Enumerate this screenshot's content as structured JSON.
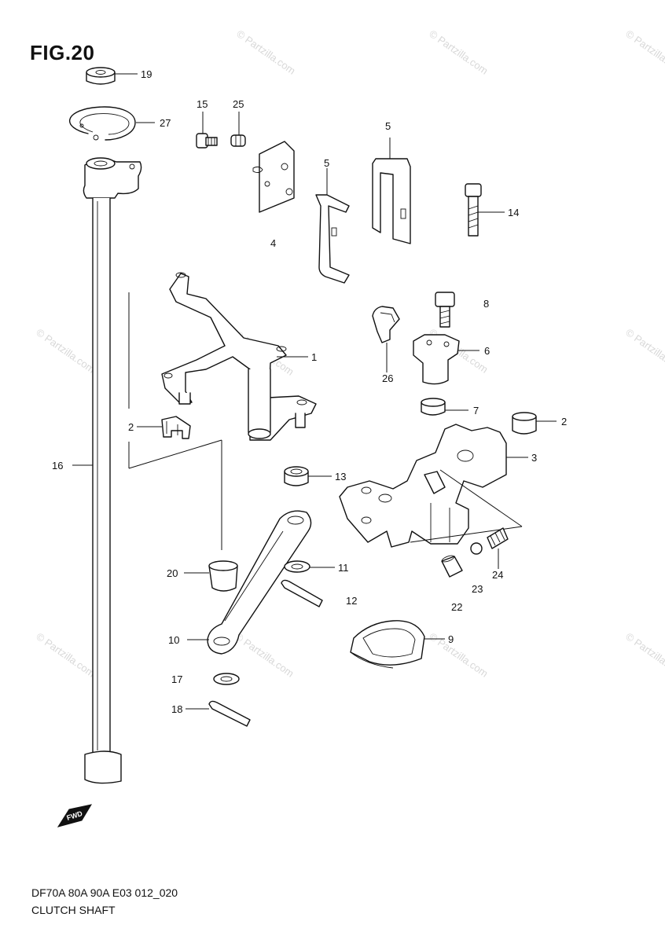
{
  "figure": {
    "title": "FIG.20",
    "model_line": "DF70A 80A 90A E03 012_020",
    "caption": "CLUTCH SHAFT"
  },
  "watermark": "© Partzilla.com",
  "callouts": {
    "p1": "1",
    "p2a": "2",
    "p2b": "2",
    "p3": "3",
    "p4": "4",
    "p5a": "5",
    "p5b": "5",
    "p6": "6",
    "p7": "7",
    "p8": "8",
    "p9": "9",
    "p10": "10",
    "p11": "11",
    "p12": "12",
    "p13": "13",
    "p14": "14",
    "p15": "15",
    "p16": "16",
    "p17": "17",
    "p18": "18",
    "p19": "19",
    "p20": "20",
    "p22": "22",
    "p23": "23",
    "p24": "24",
    "p25": "25",
    "p26": "26",
    "p27": "27"
  },
  "fwd_icon": "fwd-arrow-icon"
}
